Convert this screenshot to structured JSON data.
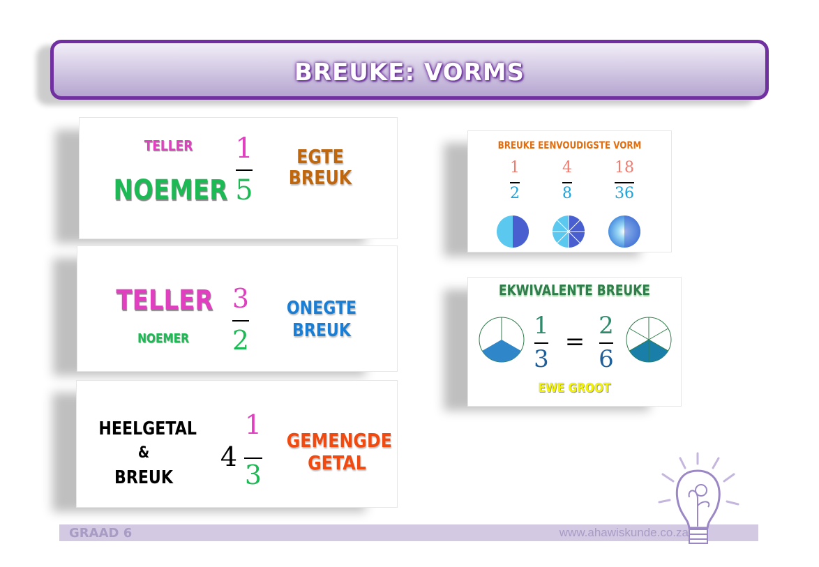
{
  "title": "BREUKE: VORMS",
  "cards": {
    "proper": {
      "numerator_label": "TELLER",
      "denominator_label": "NOEMER",
      "numerator": "1",
      "denominator": "5",
      "type_line1": "EGTE",
      "type_line2": "BREUK"
    },
    "improper": {
      "numerator_label": "TELLER",
      "denominator_label": "NOEMER",
      "numerator": "3",
      "denominator": "2",
      "type_line1": "ONEGTE",
      "type_line2": "BREUK"
    },
    "mixed": {
      "label_line1": "HEELGETAL",
      "label_line2": "&",
      "label_line3": "BREUK",
      "whole": "4",
      "numerator": "1",
      "denominator": "3",
      "type_line1": "GEMENGDE",
      "type_line2": "GETAL"
    },
    "simplest": {
      "title": "BREUKE EENVOUDIGSTE VORM",
      "fractions": [
        {
          "n": "1",
          "d": "2"
        },
        {
          "n": "4",
          "d": "8"
        },
        {
          "n": "18",
          "d": "36"
        }
      ]
    },
    "equivalent": {
      "title": "EKWIVALENTE BREUKE",
      "left": {
        "n": "1",
        "d": "3"
      },
      "equals": "=",
      "right": {
        "n": "2",
        "d": "6"
      },
      "caption": "EWE GROOT"
    }
  },
  "footer": {
    "grade": "GRAAD 6",
    "website": "www.ahawiskunde.co.za"
  },
  "colors": {
    "purple": "#7030a0",
    "pink": "#e040c0",
    "green": "#1db954",
    "orange": "#c0660c",
    "blue": "#1a7fd4",
    "red": "#f04a10"
  }
}
